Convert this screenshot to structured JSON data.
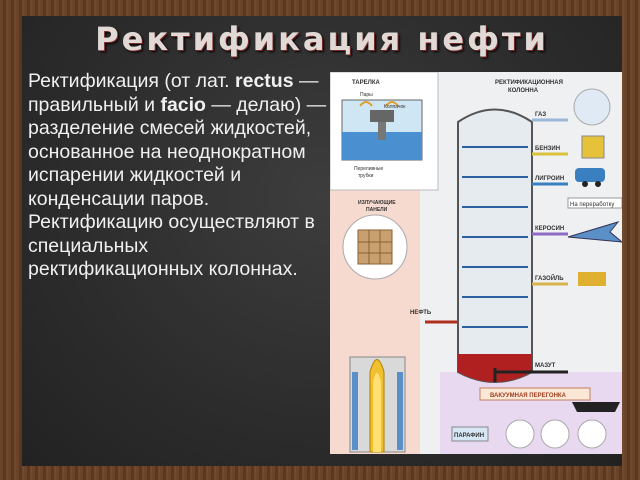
{
  "slide": {
    "title": "Ректификация нефти",
    "paragraph": {
      "part1": "Ректификация (от лат. ",
      "rectus": "rectus",
      "part2": " — правильный и ",
      "facio": "facio",
      "part3": " — делаю) — разделение смесей жидкостей, основанное на неоднократном испарении жидкостей и конденсации паров. Ректификацию осуществляют в специальных ректификационных колоннах."
    }
  },
  "diagram": {
    "tray_label": "ТАРЕЛКА",
    "column_label_1": "РЕКТИФИКАЦИОННАЯ",
    "column_label_2": "КОЛОННА",
    "vapors": "Пары",
    "cap": "Колпачок",
    "overflow_1": "Переливные",
    "overflow_2": "трубки",
    "panels_1": "ИЗЛУЧАЮЩИЕ",
    "panels_2": "ПАНЕЛИ",
    "oil": "НЕФТЬ",
    "products": [
      {
        "label": "ГАЗ",
        "color": "#9bb8d6"
      },
      {
        "label": "БЕНЗИН",
        "color": "#d9c33c"
      },
      {
        "label": "ЛИГРОИН",
        "color": "#3a7fc0"
      },
      {
        "label": "КЕРОСИН",
        "color": "#8e6bc2"
      },
      {
        "label": "ГАЗОЙЛЬ",
        "color": "#d7b24c"
      },
      {
        "label": "МАЗУТ",
        "color": "#222222"
      }
    ],
    "refining": "На переработку",
    "vacuum": "ВАКУУМНАЯ ПЕРЕГОНКА",
    "paraffin": "ПАРАФИН"
  }
}
